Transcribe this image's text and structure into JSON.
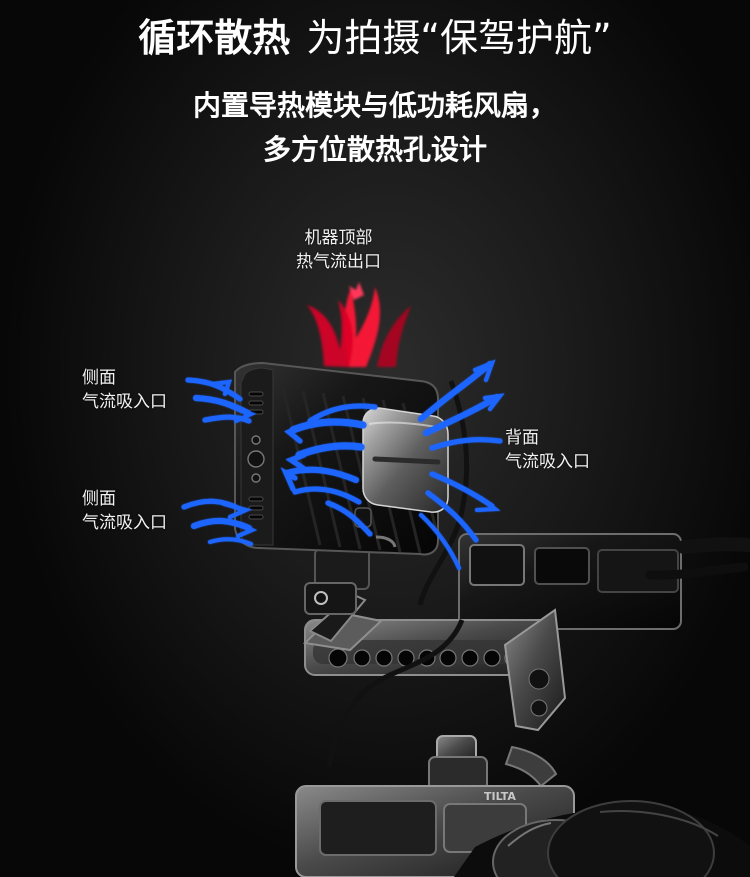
{
  "header": {
    "title_strong": "循环散热",
    "title_light": "为拍摄“保驾护航”",
    "subtitle_line1": "内置导热模块与低功耗风扇，",
    "subtitle_line2": "多方位散热孔设计"
  },
  "callouts": {
    "top": {
      "line1": "机器顶部",
      "line2": "热气流出口"
    },
    "side_upper": {
      "line1": "侧面",
      "line2": "气流吸入口"
    },
    "side_lower": {
      "line1": "侧面",
      "line2": "气流吸入口"
    },
    "back": {
      "line1": "背面",
      "line2": "气流吸入口"
    }
  },
  "product": {
    "brand": "TILTA"
  },
  "colors": {
    "hot_air": "#e3002b",
    "cool_air": "#1f66ff",
    "text": "#ffffff",
    "background": "#070707"
  }
}
